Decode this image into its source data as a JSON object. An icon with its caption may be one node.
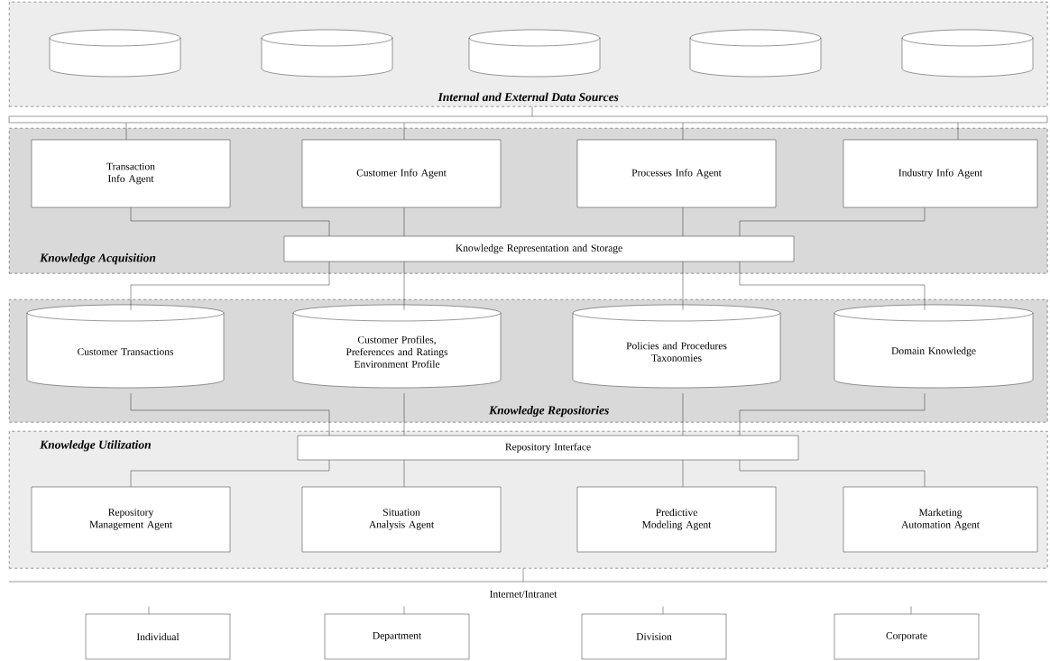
{
  "diagram": {
    "nodes": [
      {
        "text": [
          "Internal and External Data Sources"
        ]
      },
      {
        "text": [],
        "shape": "cylinder",
        "in": 0
      },
      {
        "text": [],
        "shape": "cylinder",
        "in": 0
      },
      {
        "text": [],
        "shape": "cylinder",
        "in": 0
      },
      {
        "text": [],
        "shape": "cylinder",
        "in": 0
      },
      {
        "text": [],
        "shape": "cylinder",
        "in": 0
      },
      {
        "text": [],
        "shape": "bar"
      },
      {
        "text": [
          "Knowledge Acquisition"
        ]
      },
      {
        "text": [
          "Transaction Info Agent"
        ],
        "in": 7
      },
      {
        "text": [
          "Customer Info Agent"
        ],
        "in": 7
      },
      {
        "text": [
          "Processes Info Agent"
        ],
        "in": 7
      },
      {
        "text": [
          "Industry Info Agent"
        ],
        "in": 7
      },
      {
        "text": [
          "Knowledge Representation and Storage"
        ],
        "in": 7
      },
      {
        "text": [
          "Knowledge Repositories"
        ]
      },
      {
        "text": [
          "Customer Transactions"
        ],
        "in": 13
      },
      {
        "text": [
          "Customer Profiles, Preferences and Ratings Environment Profile"
        ],
        "in": 13
      },
      {
        "text": [
          "Policies and Procedures Taxonomies"
        ],
        "in": 13
      },
      {
        "text": [
          "Domain Knowledge"
        ],
        "in": 13
      },
      {
        "text": [
          "Knowledge Utilization"
        ]
      },
      {
        "text": [
          "Repository Interface"
        ],
        "in": 18
      },
      {
        "text": [
          "Repository Management Agent"
        ],
        "in": 18
      },
      {
        "text": [
          "Situation Analysis Agent"
        ],
        "in": 18
      },
      {
        "text": [
          "Predictive Modeling Agent"
        ],
        "in": 18
      },
      {
        "text": [
          "Marketing Automation Agent"
        ],
        "in": 18
      },
      {
        "text": [
          "Internet/Intranet"
        ]
      },
      {
        "text": [
          "Individual"
        ]
      },
      {
        "text": [
          "Department"
        ]
      },
      {
        "text": [
          "Division"
        ]
      },
      {
        "text": [
          "Corporate"
        ]
      }
    ],
    "edges": [
      {
        "from": 0,
        "to": 6,
        "arrow": "none"
      },
      {
        "from": 6,
        "to": 8,
        "arrow": "none"
      },
      {
        "from": 6,
        "to": 9,
        "arrow": "none"
      },
      {
        "from": 6,
        "to": 10,
        "arrow": "none"
      },
      {
        "from": 6,
        "to": 11,
        "arrow": "none"
      },
      {
        "from": 8,
        "to": 12,
        "arrow": "none"
      },
      {
        "from": 9,
        "to": 12,
        "arrow": "none"
      },
      {
        "from": 10,
        "to": 12,
        "arrow": "none"
      },
      {
        "from": 11,
        "to": 12,
        "arrow": "none"
      },
      {
        "from": 12,
        "to": 14,
        "arrow": "none"
      },
      {
        "from": 12,
        "to": 15,
        "arrow": "none"
      },
      {
        "from": 12,
        "to": 16,
        "arrow": "none"
      },
      {
        "from": 12,
        "to": 17,
        "arrow": "none"
      },
      {
        "from": 14,
        "to": 19,
        "arrow": "none"
      },
      {
        "from": 15,
        "to": 19,
        "arrow": "none"
      },
      {
        "from": 16,
        "to": 19,
        "arrow": "none"
      },
      {
        "from": 17,
        "to": 19,
        "arrow": "none"
      },
      {
        "from": 19,
        "to": 20,
        "arrow": "none"
      },
      {
        "from": 19,
        "to": 21,
        "arrow": "none"
      },
      {
        "from": 19,
        "to": 22,
        "arrow": "none"
      },
      {
        "from": 19,
        "to": 23,
        "arrow": "none"
      },
      {
        "from": 18,
        "to": 24,
        "arrow": "none"
      },
      {
        "from": 24,
        "to": 25,
        "arrow": "none"
      },
      {
        "from": 24,
        "to": 26,
        "arrow": "none"
      },
      {
        "from": 24,
        "to": 27,
        "arrow": "none"
      },
      {
        "from": 24,
        "to": 28,
        "arrow": "none"
      }
    ]
  }
}
